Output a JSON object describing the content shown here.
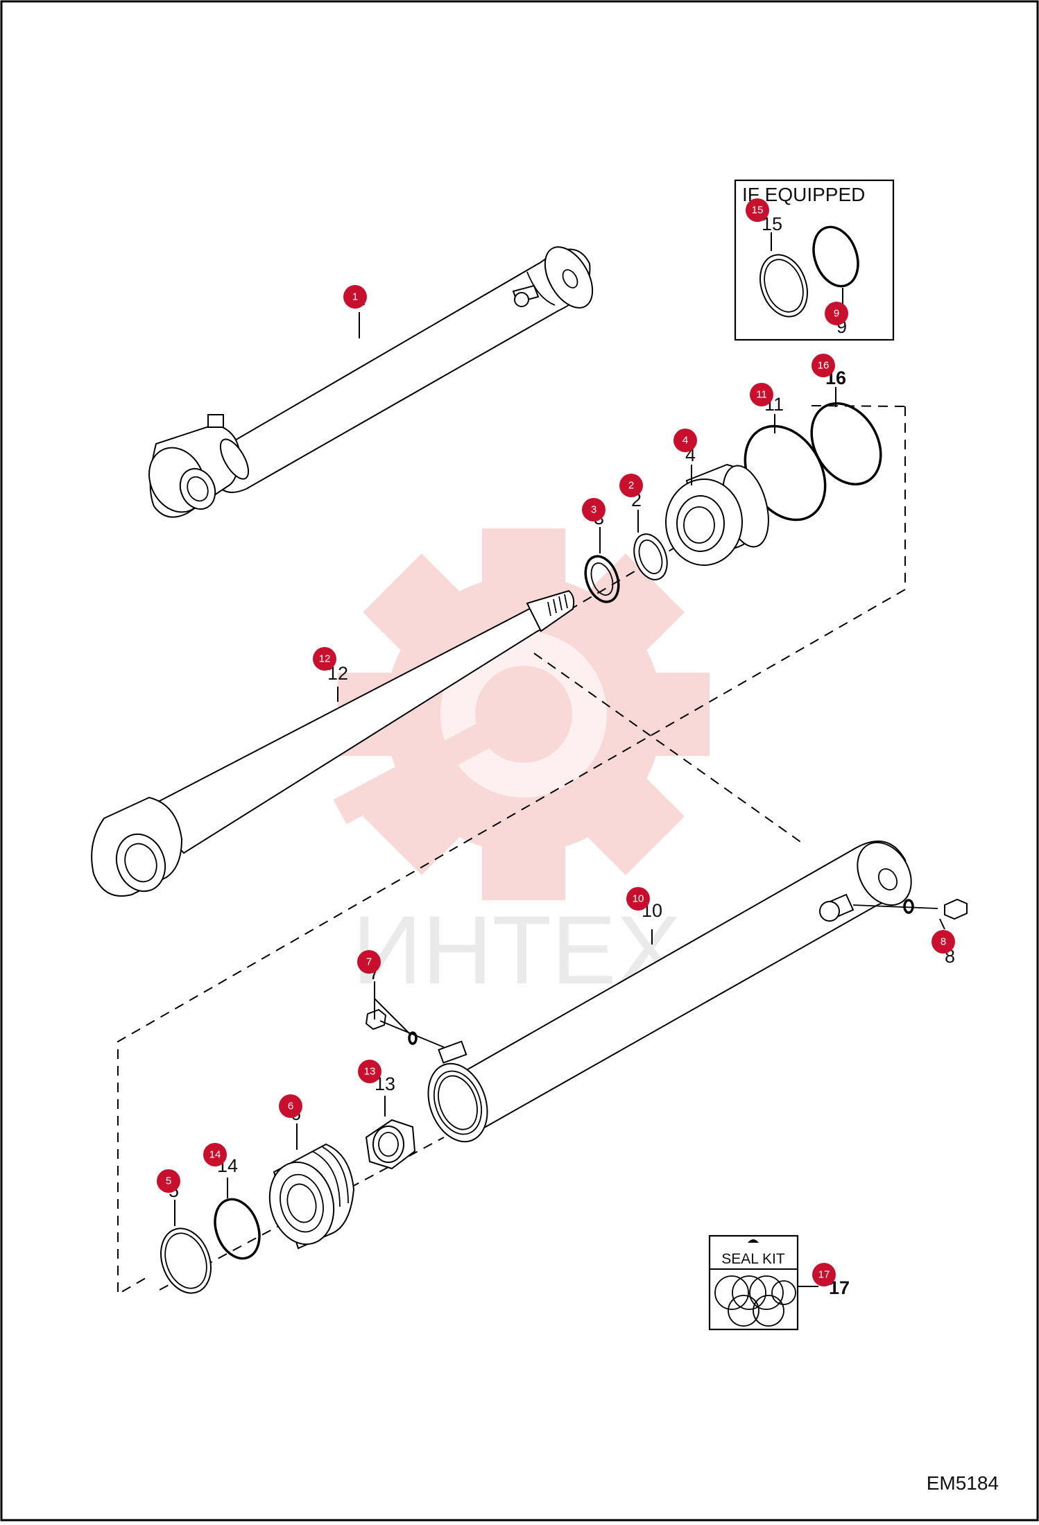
{
  "diagram": {
    "drawing_code": "EM5184",
    "watermark_text": "ИНТЕХ",
    "if_equipped_label": "IF EQUIPPED",
    "seal_kit_label": "SEAL KIT",
    "callouts": [
      {
        "id": "1",
        "number": "1"
      },
      {
        "id": "2",
        "number": "2"
      },
      {
        "id": "3",
        "number": "3"
      },
      {
        "id": "4",
        "number": "4"
      },
      {
        "id": "5",
        "number": "5"
      },
      {
        "id": "6",
        "number": "6"
      },
      {
        "id": "7",
        "number": "7"
      },
      {
        "id": "8",
        "number": "8"
      },
      {
        "id": "9",
        "number": "9"
      },
      {
        "id": "10",
        "number": "10"
      },
      {
        "id": "11",
        "number": "11"
      },
      {
        "id": "12",
        "number": "12"
      },
      {
        "id": "13",
        "number": "13"
      },
      {
        "id": "14",
        "number": "14"
      },
      {
        "id": "15",
        "number": "15"
      },
      {
        "id": "16",
        "number": "16"
      },
      {
        "id": "17",
        "number": "17"
      }
    ],
    "colors": {
      "badge": "#c8102e",
      "watermark": "#f4b8b8",
      "watermark_text": "#d9d9d9",
      "line": "#000000"
    }
  }
}
